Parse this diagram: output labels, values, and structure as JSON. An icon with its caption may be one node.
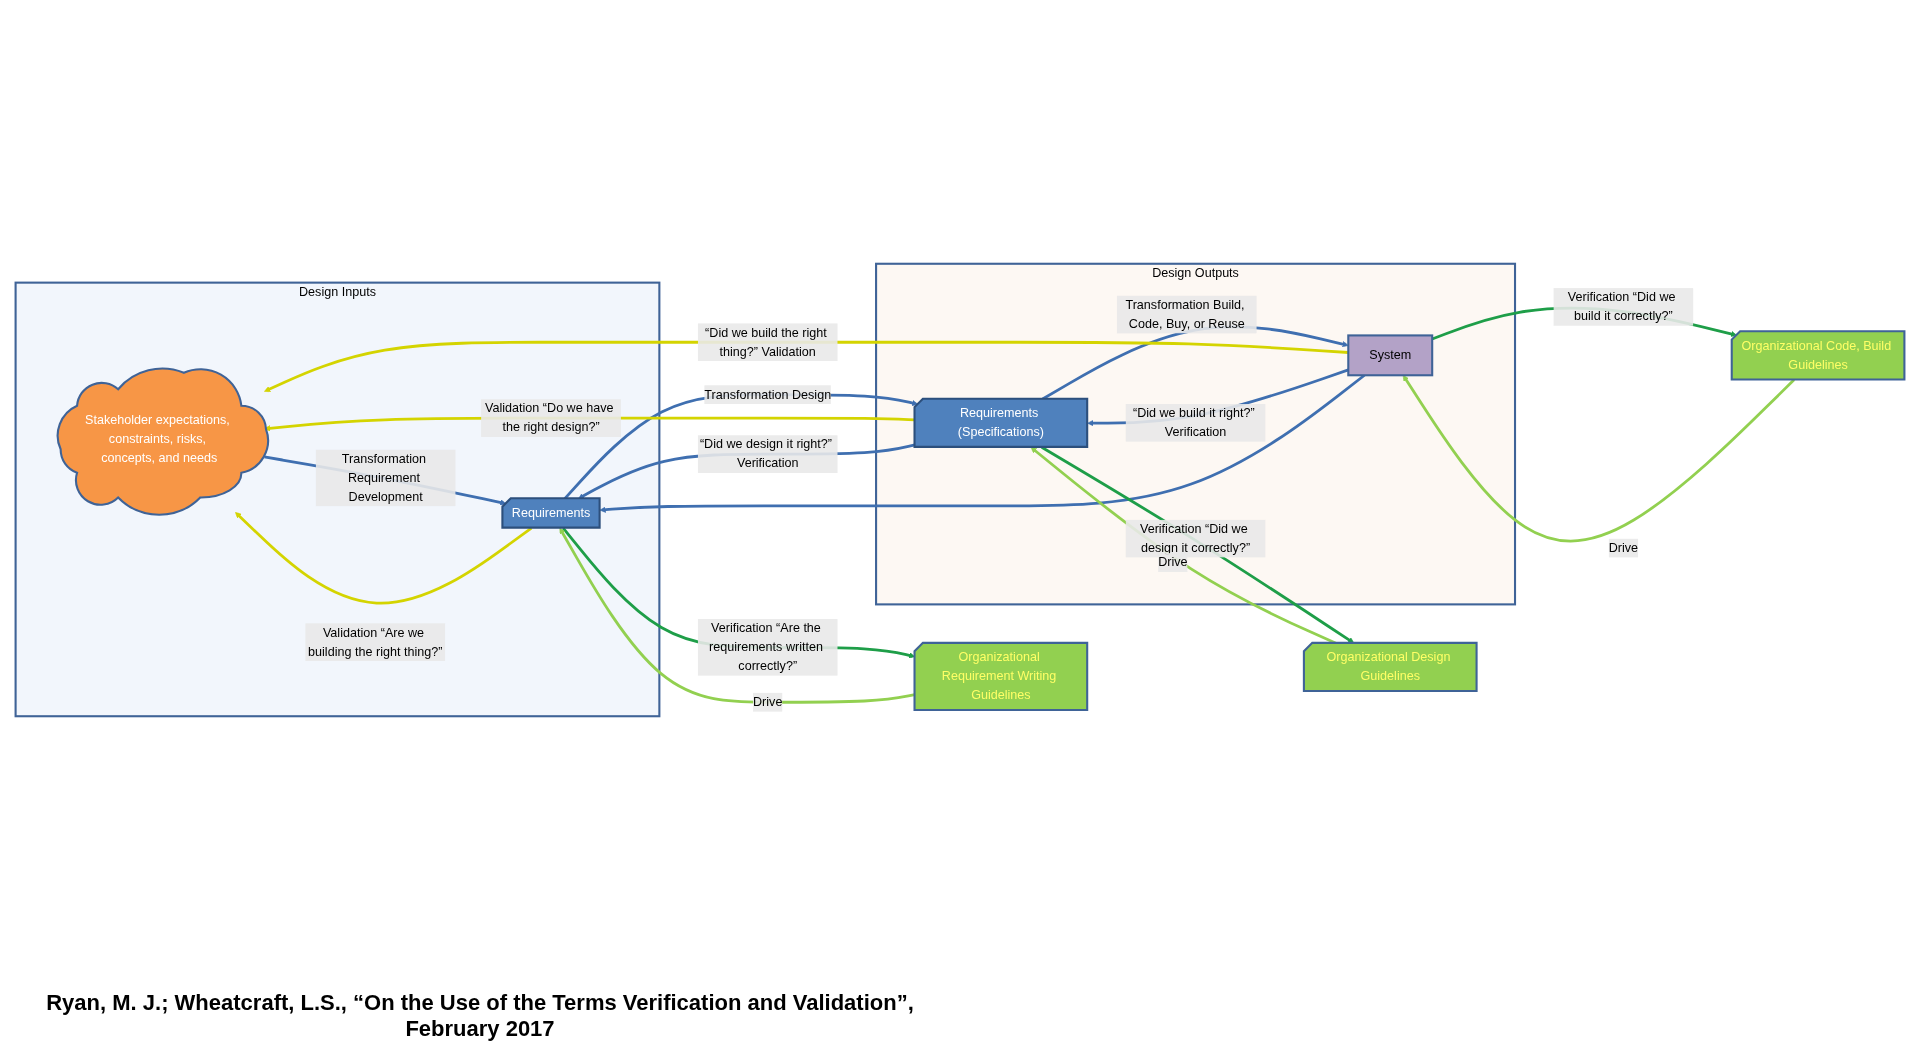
{
  "diagram": {
    "caption": "Ryan, M. J.; Wheatcraft, L.S., “On the Use of the Terms Verification and Validation”, February 2017",
    "nodes": [
      {
        "text": [
          "Design Inputs"
        ]
      },
      {
        "text": [
          "Stakeholder expectations, constraints, risks, concepts, and needs"
        ],
        "in": 0
      },
      {
        "text": [
          "Requirements"
        ],
        "in": 0
      },
      {
        "text": [
          "Design Outputs"
        ]
      },
      {
        "text": [
          "Requirements (Specifications)"
        ],
        "in": 3
      },
      {
        "text": [
          "System"
        ],
        "in": 3
      },
      {
        "text": [
          "Organizational Requirement Writing Guidelines"
        ]
      },
      {
        "text": [
          "Organizational Design Guidelines"
        ]
      },
      {
        "text": [
          "Organizational Code, Build Guidelines"
        ]
      }
    ],
    "edges": [
      {
        "from": 1,
        "to": 2,
        "arrow": "to",
        "label": "Transformation Requirement Development"
      },
      {
        "from": 2,
        "to": 4,
        "arrow": "to",
        "label": "Transformation Design"
      },
      {
        "from": 4,
        "to": 5,
        "arrow": "to",
        "label": "Transformation Build, Code, Buy, or Reuse"
      },
      {
        "from": 2,
        "to": 1,
        "arrow": "to",
        "label": "Validation “Are we building the right thing?”",
        "color": "#d4d400"
      },
      {
        "from": 4,
        "to": 1,
        "arrow": "to",
        "label": "Validation “Do we have the right design?”",
        "color": "#d4d400"
      },
      {
        "from": 5,
        "to": 1,
        "arrow": "to",
        "label": "“Did we build the right thing?” Validation",
        "color": "#d4d400"
      },
      {
        "from": 4,
        "to": 2,
        "arrow": "to",
        "label": "“Did we design it right?” Verification"
      },
      {
        "from": 5,
        "to": 4,
        "arrow": "to",
        "label": "“Did we build it right?” Verification"
      },
      {
        "from": 5,
        "to": 2,
        "arrow": "to"
      },
      {
        "from": 2,
        "to": 6,
        "arrow": "to",
        "label": "Verification “Are the requirements written correctly?”",
        "color": "#1e9e48"
      },
      {
        "from": 4,
        "to": 7,
        "arrow": "to",
        "label": "Verification “Did we design it correctly?”",
        "color": "#1e9e48"
      },
      {
        "from": 5,
        "to": 8,
        "arrow": "to",
        "label": "Verification “Did we build it correctly?”",
        "color": "#1e9e48"
      },
      {
        "from": 6,
        "to": 2,
        "arrow": "to",
        "label": "Drive",
        "color": "#92d050"
      },
      {
        "from": 7,
        "to": 4,
        "arrow": "to",
        "label": "Drive",
        "color": "#92d050"
      },
      {
        "from": 8,
        "to": 5,
        "arrow": "to",
        "label": "Drive",
        "color": "#92d050"
      }
    ]
  }
}
